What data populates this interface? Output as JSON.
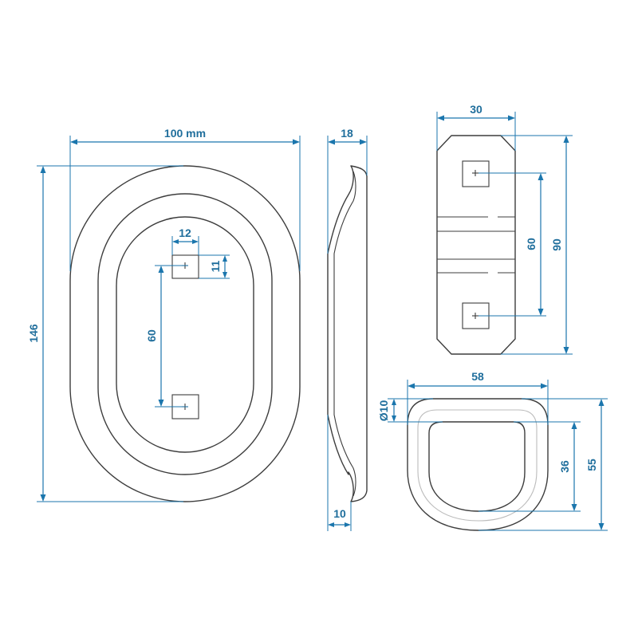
{
  "colors": {
    "dimension": "#1b76ad",
    "outline": "#3d3d3d",
    "background": "#ffffff"
  },
  "front_view": {
    "width_label": "100 mm",
    "height_label": "146",
    "hole_width_label": "12",
    "hole_height_label": "11",
    "hole_spacing_label": "60"
  },
  "side_view": {
    "depth_label": "18",
    "flange_label": "10"
  },
  "bracket_view": {
    "width_label": "30",
    "hole_spacing_label": "60",
    "height_label": "90"
  },
  "ring_view": {
    "width_label": "58",
    "wire_diameter_label": "Ø10",
    "inner_height_label": "36",
    "outer_height_label": "55"
  }
}
